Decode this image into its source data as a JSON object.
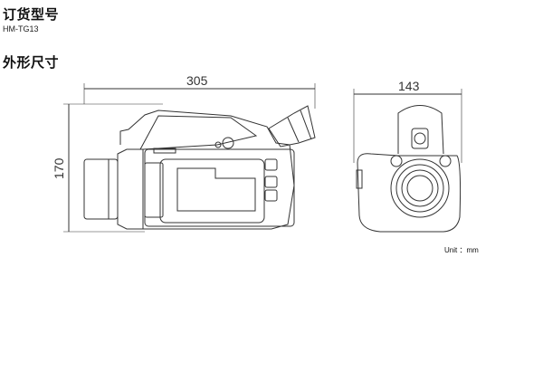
{
  "order_heading": "订货型号",
  "model": "HM-TG13",
  "dimensions_heading": "外形尺寸",
  "side_view": {
    "length": "305",
    "height": "170"
  },
  "front_view": {
    "width": "143"
  },
  "unit_label": "Unit ：mm"
}
